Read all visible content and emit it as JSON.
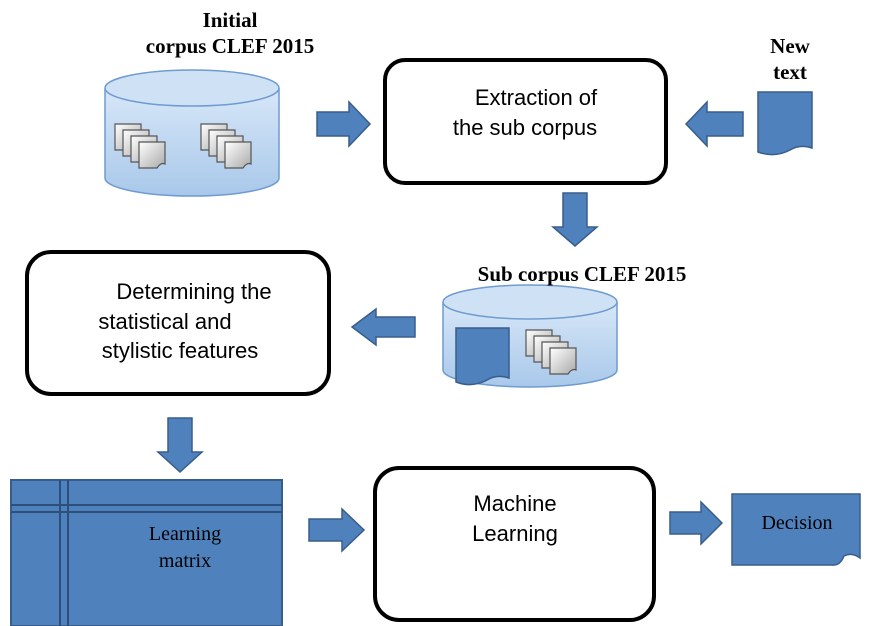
{
  "diagram": {
    "initial_corpus": {
      "line1": "Initial",
      "line2": "corpus CLEF 2015"
    },
    "new_text": {
      "line1": "New",
      "line2": "text"
    },
    "extraction": {
      "line1": "Extraction of",
      "line2": "the sub corpus"
    },
    "sub_corpus": {
      "label": "Sub corpus CLEF 2015"
    },
    "features": {
      "line1": "Determining the",
      "line2": "statistical and",
      "line3": "stylistic features"
    },
    "learning_matrix": {
      "line1": "Learning",
      "line2": "matrix"
    },
    "machine_learning": {
      "line1": "Machine",
      "line2": "Learning"
    },
    "decision": {
      "label": "Decision"
    }
  },
  "colors": {
    "arrow_fill": "#4f81bd",
    "arrow_stroke": "#385d8a",
    "matrix_fill": "#4f81bd",
    "cylinder_body": "#b9d4ef",
    "cylinder_top": "#cfe2f5",
    "document_fill": "#4f81bd",
    "box_stroke": "#000000"
  }
}
